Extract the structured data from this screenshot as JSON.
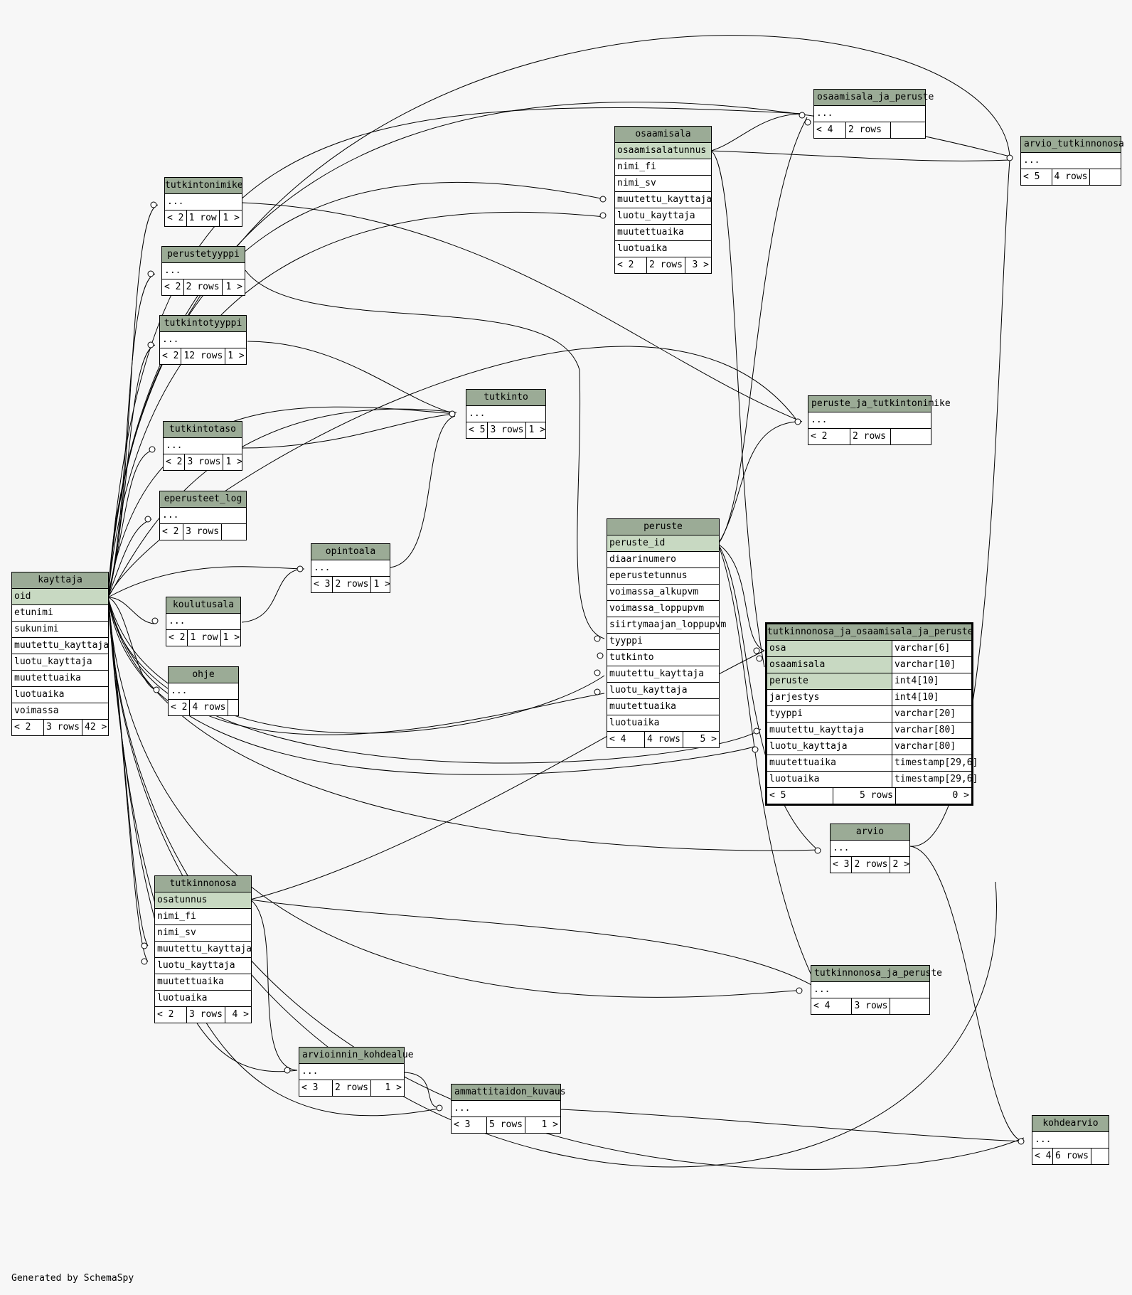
{
  "footer": "Generated by SchemaSpy",
  "tables": {
    "kayttaja": {
      "name": "kayttaja",
      "pk": "oid",
      "cols": [
        "etunimi",
        "sukunimi",
        "muutettu_kayttaja",
        "luotu_kayttaja",
        "muutettuaika",
        "luotuaika",
        "voimassa"
      ],
      "foot": [
        "< 2",
        "3 rows",
        "42 >"
      ]
    },
    "tutkintonimike": {
      "name": "tutkintonimike",
      "cols": [
        "..."
      ],
      "foot": [
        "< 2",
        "1 row",
        "1 >"
      ]
    },
    "perustetyyppi": {
      "name": "perustetyyppi",
      "cols": [
        "..."
      ],
      "foot": [
        "< 2",
        "2 rows",
        "1 >"
      ]
    },
    "tutkintotyyppi": {
      "name": "tutkintotyyppi",
      "cols": [
        "..."
      ],
      "foot": [
        "< 2",
        "12 rows",
        "1 >"
      ]
    },
    "tutkintotaso": {
      "name": "tutkintotaso",
      "cols": [
        "..."
      ],
      "foot": [
        "< 2",
        "3 rows",
        "1 >"
      ]
    },
    "eperusteet_log": {
      "name": "eperusteet_log",
      "cols": [
        "..."
      ],
      "foot": [
        "< 2",
        "3 rows",
        ""
      ]
    },
    "koulutusala": {
      "name": "koulutusala",
      "cols": [
        "..."
      ],
      "foot": [
        "< 2",
        "1 row",
        "1 >"
      ]
    },
    "ohje": {
      "name": "ohje",
      "cols": [
        "..."
      ],
      "foot": [
        "< 2",
        "4 rows",
        ""
      ]
    },
    "opintoala": {
      "name": "opintoala",
      "cols": [
        "..."
      ],
      "foot": [
        "< 3",
        "2 rows",
        "1 >"
      ]
    },
    "tutkinto": {
      "name": "tutkinto",
      "cols": [
        "..."
      ],
      "foot": [
        "< 5",
        "3 rows",
        "1 >"
      ]
    },
    "osaamisala": {
      "name": "osaamisala",
      "pk": "osaamisalatunnus",
      "cols": [
        "nimi_fi",
        "nimi_sv",
        "muutettu_kayttaja",
        "luotu_kayttaja",
        "muutettuaika",
        "luotuaika"
      ],
      "foot": [
        "< 2",
        "2 rows",
        "3 >"
      ]
    },
    "osaamisala_ja_peruste": {
      "name": "osaamisala_ja_peruste",
      "cols": [
        "..."
      ],
      "foot": [
        "< 4",
        "2 rows",
        ""
      ]
    },
    "arvio_tutkinnonosa": {
      "name": "arvio_tutkinnonosa",
      "cols": [
        "..."
      ],
      "foot": [
        "< 5",
        "4 rows",
        ""
      ]
    },
    "peruste_ja_tutkintonimike": {
      "name": "peruste_ja_tutkintonimike",
      "cols": [
        "..."
      ],
      "foot": [
        "< 2",
        "2 rows",
        ""
      ]
    },
    "peruste": {
      "name": "peruste",
      "pk": "peruste_id",
      "cols": [
        "diaarinumero",
        "eperustetunnus",
        "voimassa_alkupvm",
        "voimassa_loppupvm",
        "siirtymaajan_loppupvm",
        "tyyppi",
        "tutkinto",
        "muutettu_kayttaja",
        "luotu_kayttaja",
        "muutettuaika",
        "luotuaika"
      ],
      "foot": [
        "< 4",
        "4 rows",
        "5 >"
      ]
    },
    "tutkinnonosa_ja_osaamisala_ja_peruste": {
      "name": "tutkinnonosa_ja_osaamisala_ja_peruste",
      "pkrows": [
        [
          "osa",
          "varchar[6]"
        ],
        [
          "osaamisala",
          "varchar[10]"
        ],
        [
          "peruste",
          "int4[10]"
        ]
      ],
      "rows": [
        [
          "jarjestys",
          "int4[10]"
        ],
        [
          "tyyppi",
          "varchar[20]"
        ],
        [
          "muutettu_kayttaja",
          "varchar[80]"
        ],
        [
          "luotu_kayttaja",
          "varchar[80]"
        ],
        [
          "muutettuaika",
          "timestamp[29,6]"
        ],
        [
          "luotuaika",
          "timestamp[29,6]"
        ]
      ],
      "foot": [
        "< 5",
        "5 rows",
        "0 >"
      ]
    },
    "arvio": {
      "name": "arvio",
      "cols": [
        "..."
      ],
      "foot": [
        "< 3",
        "2 rows",
        "2 >"
      ]
    },
    "tutkinnonosa": {
      "name": "tutkinnonosa",
      "pk": "osatunnus",
      "cols": [
        "nimi_fi",
        "nimi_sv",
        "muutettu_kayttaja",
        "luotu_kayttaja",
        "muutettuaika",
        "luotuaika"
      ],
      "foot": [
        "< 2",
        "3 rows",
        "4 >"
      ]
    },
    "tutkinnonosa_ja_peruste": {
      "name": "tutkinnonosa_ja_peruste",
      "cols": [
        "..."
      ],
      "foot": [
        "< 4",
        "3 rows",
        ""
      ]
    },
    "arvioinnin_kohdealue": {
      "name": "arvioinnin_kohdealue",
      "cols": [
        "..."
      ],
      "foot": [
        "< 3",
        "2 rows",
        "1 >"
      ]
    },
    "ammattitaidon_kuvaus": {
      "name": "ammattitaidon_kuvaus",
      "cols": [
        "..."
      ],
      "foot": [
        "< 3",
        "5 rows",
        "1 >"
      ]
    },
    "kohdearvio": {
      "name": "kohdearvio",
      "cols": [
        "..."
      ],
      "foot": [
        "< 4",
        "6 rows",
        ""
      ]
    }
  }
}
